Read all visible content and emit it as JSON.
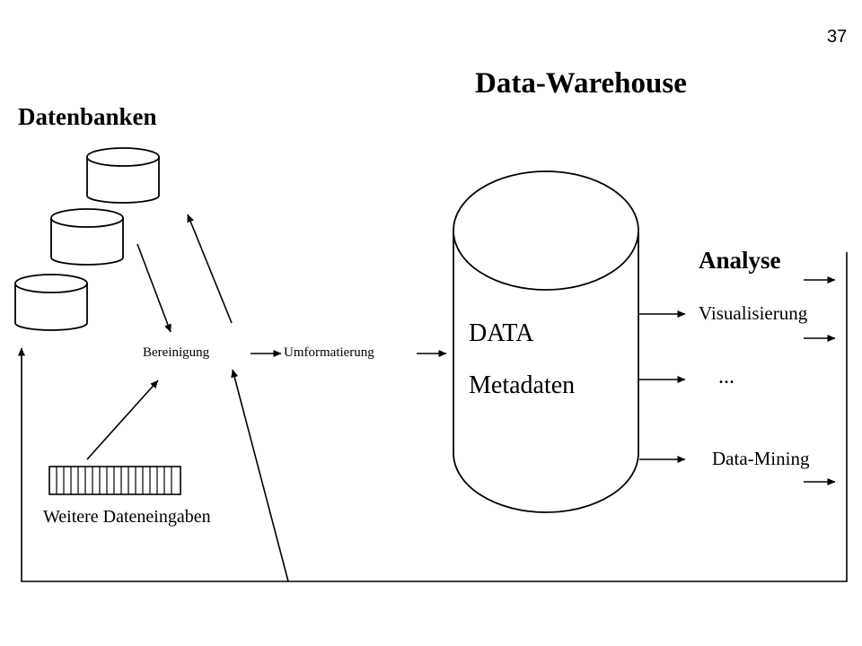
{
  "slide": {
    "page_number": "37",
    "title": "Data-Warehouse"
  },
  "sources": {
    "heading": "Datenbanken",
    "other_input_label": "Weitere Dateneingaben"
  },
  "pipeline": {
    "cleaning_label": "Bereinigung",
    "reformatting_label": "Umformatierung"
  },
  "warehouse": {
    "data_label": "DATA",
    "metadata_label": "Metadaten"
  },
  "analysis": {
    "heading": "Analyse",
    "items": [
      "Visualisierung",
      "...",
      "Data-Mining"
    ]
  },
  "colors": {
    "stroke": "#000000",
    "background": "#ffffff"
  }
}
